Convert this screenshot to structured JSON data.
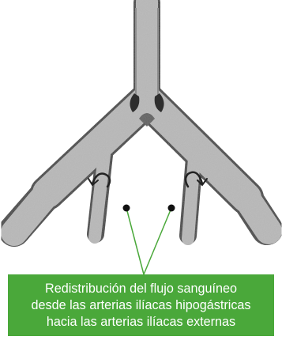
{
  "caption": {
    "lines": [
      "Redistribución del flujo sanguíneo",
      "desde las arterias ilíacas hipogástricas",
      "hacia las arterias ilíacas externas"
    ]
  },
  "colors": {
    "caption_background": "#4aa83a",
    "caption_text": "#ffffff",
    "leader_line": "#4aa83a",
    "vessel_fill": "#bdbdbd",
    "vessel_outline": "#3c3c3c",
    "marker_dot": "#111111"
  },
  "icons": {
    "left_marker": "black-dot",
    "right_marker": "black-dot",
    "left_flow": "curved-arrow",
    "right_flow": "curved-arrow"
  }
}
